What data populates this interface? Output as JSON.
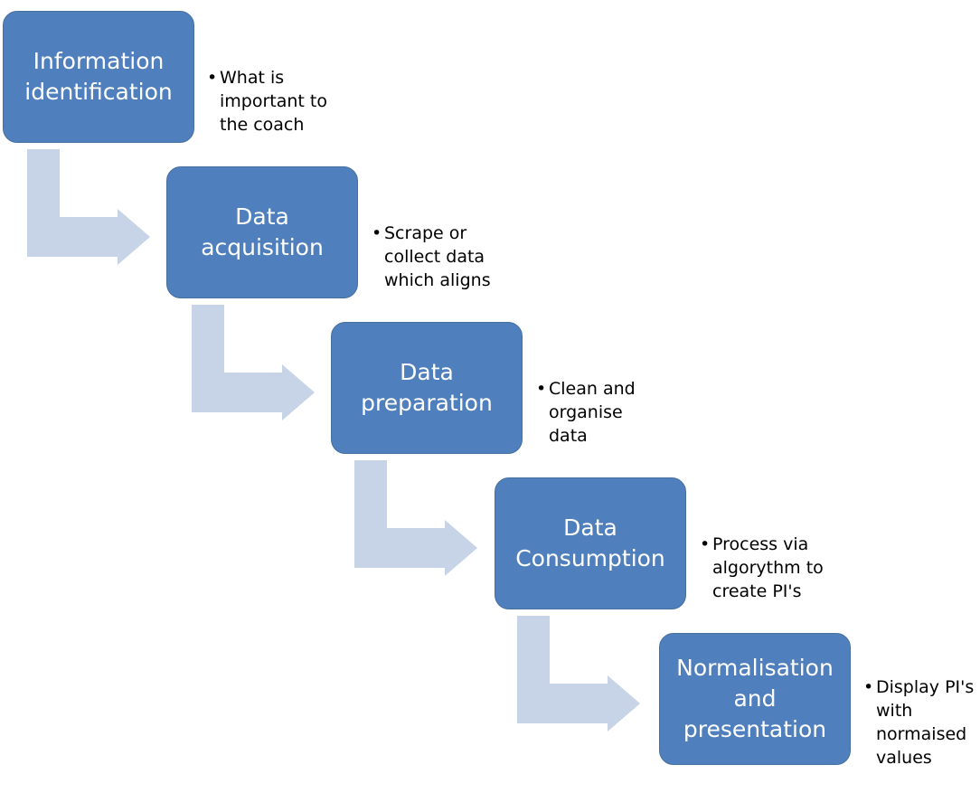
{
  "diagram": {
    "box_fill": "#4f7fbc",
    "arrow_fill": "#c7d3e6",
    "steps": [
      {
        "title": "Information\nidentification",
        "description": "What is\nimportant to\nthe coach"
      },
      {
        "title": "Data\nacquisition",
        "description": "Scrape or\ncollect data\nwhich aligns"
      },
      {
        "title": "Data\npreparation",
        "description": "Clean and\norganise\ndata"
      },
      {
        "title": "Data\nConsumption",
        "description": "Process via\nalgorythm to\ncreate PI's"
      },
      {
        "title": "Normalisation\nand\npresentation",
        "description": "Display PI's\nwith\nnormaised\nvalues"
      }
    ]
  }
}
